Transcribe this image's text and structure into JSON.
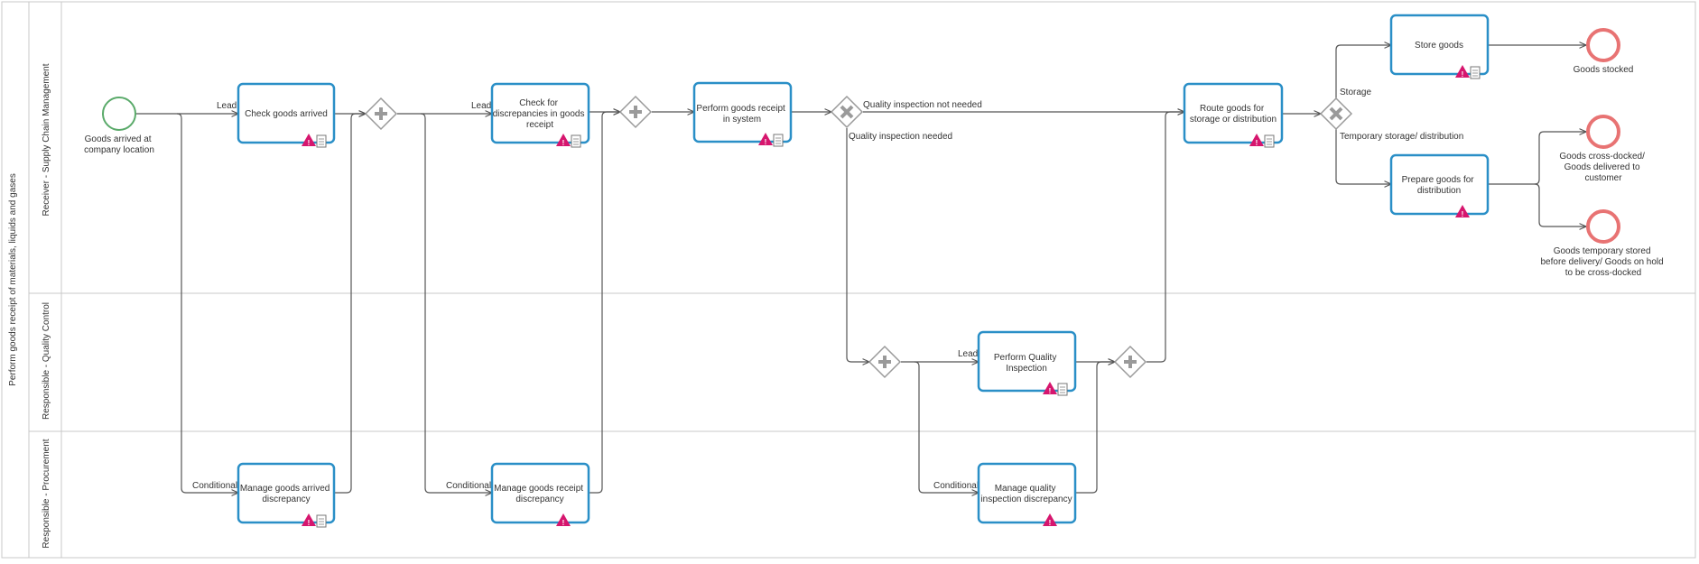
{
  "pool": {
    "label": "Perform goods receipt of materials, liquids and gases"
  },
  "lanes": [
    {
      "label": "Receiver - Supply Chain Management"
    },
    {
      "label": "Responsible - Quality Control"
    },
    {
      "label": "Responsible - Procurement"
    }
  ],
  "events": {
    "start": {
      "lines": [
        "Goods arrived at",
        "company location"
      ]
    },
    "end_stocked": {
      "lines": [
        "Goods stocked"
      ]
    },
    "end_cross_docked": {
      "lines": [
        "Goods cross-docked/",
        "Goods delivered to",
        "customer"
      ]
    },
    "end_temporary": {
      "lines": [
        "Goods temporary stored",
        "before delivery/ Goods on hold",
        "to be cross-docked"
      ]
    }
  },
  "tasks": {
    "check_arrived": {
      "lines": [
        "Check goods arrived"
      ]
    },
    "check_discrepancies": {
      "lines": [
        "Check for",
        "discrepancies in goods",
        "receipt"
      ]
    },
    "perform_receipt": {
      "lines": [
        "Perform goods receipt",
        "in system"
      ]
    },
    "route_goods": {
      "lines": [
        "Route goods for",
        "storage or distribution"
      ]
    },
    "store_goods": {
      "lines": [
        "Store goods"
      ]
    },
    "prepare_goods": {
      "lines": [
        "Prepare goods for",
        "distribution"
      ]
    },
    "quality_inspection": {
      "lines": [
        "Perform Quality",
        "Inspection"
      ]
    },
    "manage_arrived": {
      "lines": [
        "Manage goods arrived",
        "discrepancy"
      ]
    },
    "manage_receipt": {
      "lines": [
        "Manage goods receipt",
        "discrepancy"
      ]
    },
    "manage_quality": {
      "lines": [
        "Manage quality",
        "inspection discrepancy"
      ]
    }
  },
  "flow_labels": {
    "lead_1": "Lead",
    "lead_2": "Lead",
    "lead_3": "Lead",
    "conditional_1": "Conditional",
    "conditional_2": "Conditional",
    "conditional_3": "Conditional",
    "qi_not_needed": "Quality inspection not needed",
    "qi_needed": "Quality inspection needed",
    "storage": "Storage",
    "temporary": "Temporary storage/ distribution"
  },
  "colors": {
    "task_border": "#2a8fc7",
    "start_event": "#5aaa6a",
    "end_event": "#e87373",
    "gateway": "#9a9a9a",
    "flow": "#555555",
    "lane_border": "#c8c8c8",
    "warning": "#d6166e"
  }
}
